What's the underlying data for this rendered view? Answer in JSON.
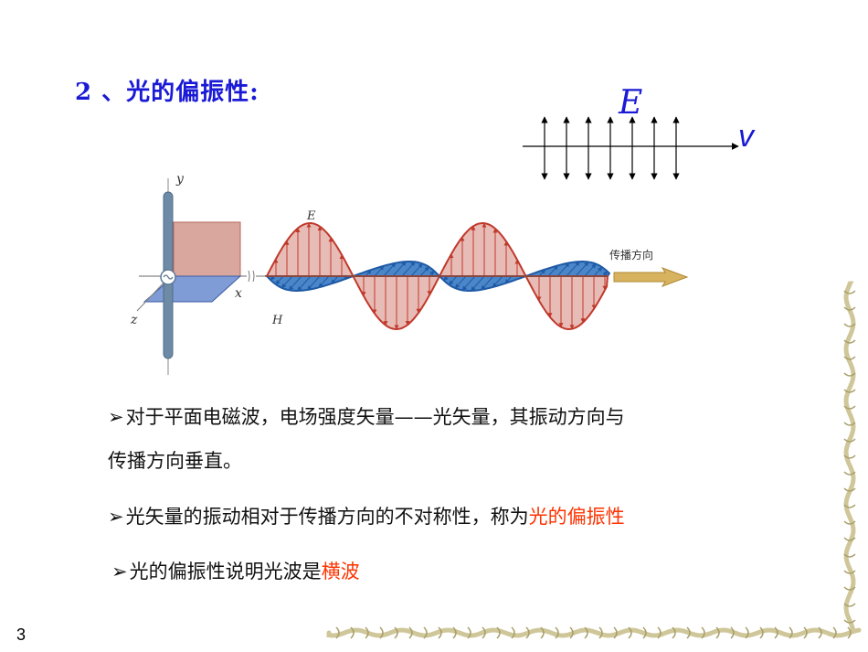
{
  "slide": {
    "heading": "2 、光的偏振性:",
    "page_number": "3"
  },
  "vector_diagram": {
    "e_label": "E",
    "v_label": "v"
  },
  "wave_figure": {
    "y_label": "y",
    "x_label": "x",
    "z_label": "z",
    "e_label": "E",
    "h_label": "H",
    "direction_label": "传播方向"
  },
  "bullets": [
    {
      "arrow": "➢",
      "line1": "对于平面电磁波，电场强度矢量——光矢量，其振动方向与",
      "line2": "传播方向垂直。"
    },
    {
      "arrow": "➢",
      "text": "光矢量的振动相对于传播方向的不对称性，称为",
      "highlight": "光的偏振性"
    },
    {
      "arrow": "➢",
      "text": "光的偏振性说明光波是",
      "highlight": "横波"
    }
  ],
  "colors": {
    "heading": "#1a1ad6",
    "highlight": "#ff3300",
    "e_wave_fill": "#e0a59d",
    "e_wave_stroke": "#c0392b",
    "h_wave_fill": "#4a86c8",
    "h_wave_stroke": "#1f5aa6",
    "arrow_shaft": "#c9a04a"
  }
}
